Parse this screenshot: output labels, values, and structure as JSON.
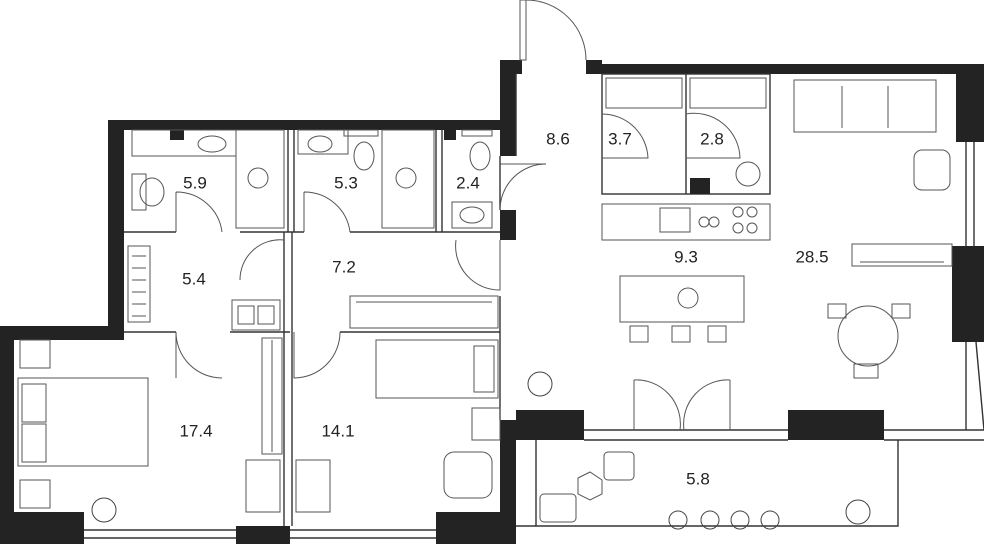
{
  "rooms": [
    {
      "id": "bathroom-1",
      "area": "5.9"
    },
    {
      "id": "bathroom-2",
      "area": "5.3"
    },
    {
      "id": "wc",
      "area": "2.4"
    },
    {
      "id": "hall",
      "area": "8.6"
    },
    {
      "id": "storage-1",
      "area": "3.7"
    },
    {
      "id": "storage-2",
      "area": "2.8"
    },
    {
      "id": "corridor-1",
      "area": "5.4"
    },
    {
      "id": "corridor-2",
      "area": "7.2"
    },
    {
      "id": "kitchen",
      "area": "9.3"
    },
    {
      "id": "living-room",
      "area": "28.5"
    },
    {
      "id": "bedroom-1",
      "area": "17.4"
    },
    {
      "id": "bedroom-2",
      "area": "14.1"
    },
    {
      "id": "balcony",
      "area": "5.8"
    }
  ],
  "colors": {
    "wall": "#232323",
    "line": "#333333",
    "background": "#ffffff"
  }
}
